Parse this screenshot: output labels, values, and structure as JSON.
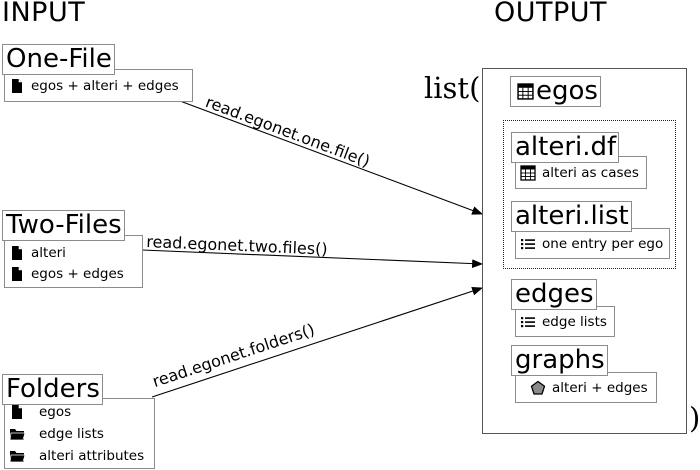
{
  "headers": {
    "input": "INPUT",
    "output": "OUTPUT"
  },
  "inputs": [
    {
      "title": "One-File",
      "items": [
        {
          "label": "egos + alteri + edges",
          "icon": "file-icon"
        }
      ]
    },
    {
      "title": "Two-Files",
      "items": [
        {
          "label": "alteri",
          "icon": "file-icon"
        },
        {
          "label": "egos + edges",
          "icon": "file-icon"
        }
      ]
    },
    {
      "title": "Folders",
      "items": [
        {
          "label": "egos",
          "icon": "file-icon"
        },
        {
          "label": "edge lists",
          "icon": "folder-icon"
        },
        {
          "label": "alteri attributes",
          "icon": "folder-icon"
        }
      ]
    }
  ],
  "functions": {
    "one_file": "read.egonet.one.file()",
    "two_files": "read.egonet.two.files()",
    "folders": "read.egonet.folders()"
  },
  "output": {
    "list_open": "list(",
    "list_close": ")",
    "egos": {
      "title": "egos",
      "icon": "table-icon"
    },
    "alteri_df": {
      "title": "alteri.df",
      "sub": "alteri as cases",
      "sub_icon": "table-icon"
    },
    "alteri_list": {
      "title": "alteri.list",
      "sub": "one entry per ego",
      "sub_icon": "list-icon"
    },
    "edges": {
      "title": "edges",
      "sub": "edge lists",
      "sub_icon": "list-icon"
    },
    "graphs": {
      "title": "graphs",
      "sub": "alteri + edges",
      "sub_icon": "pentagon-icon"
    }
  }
}
